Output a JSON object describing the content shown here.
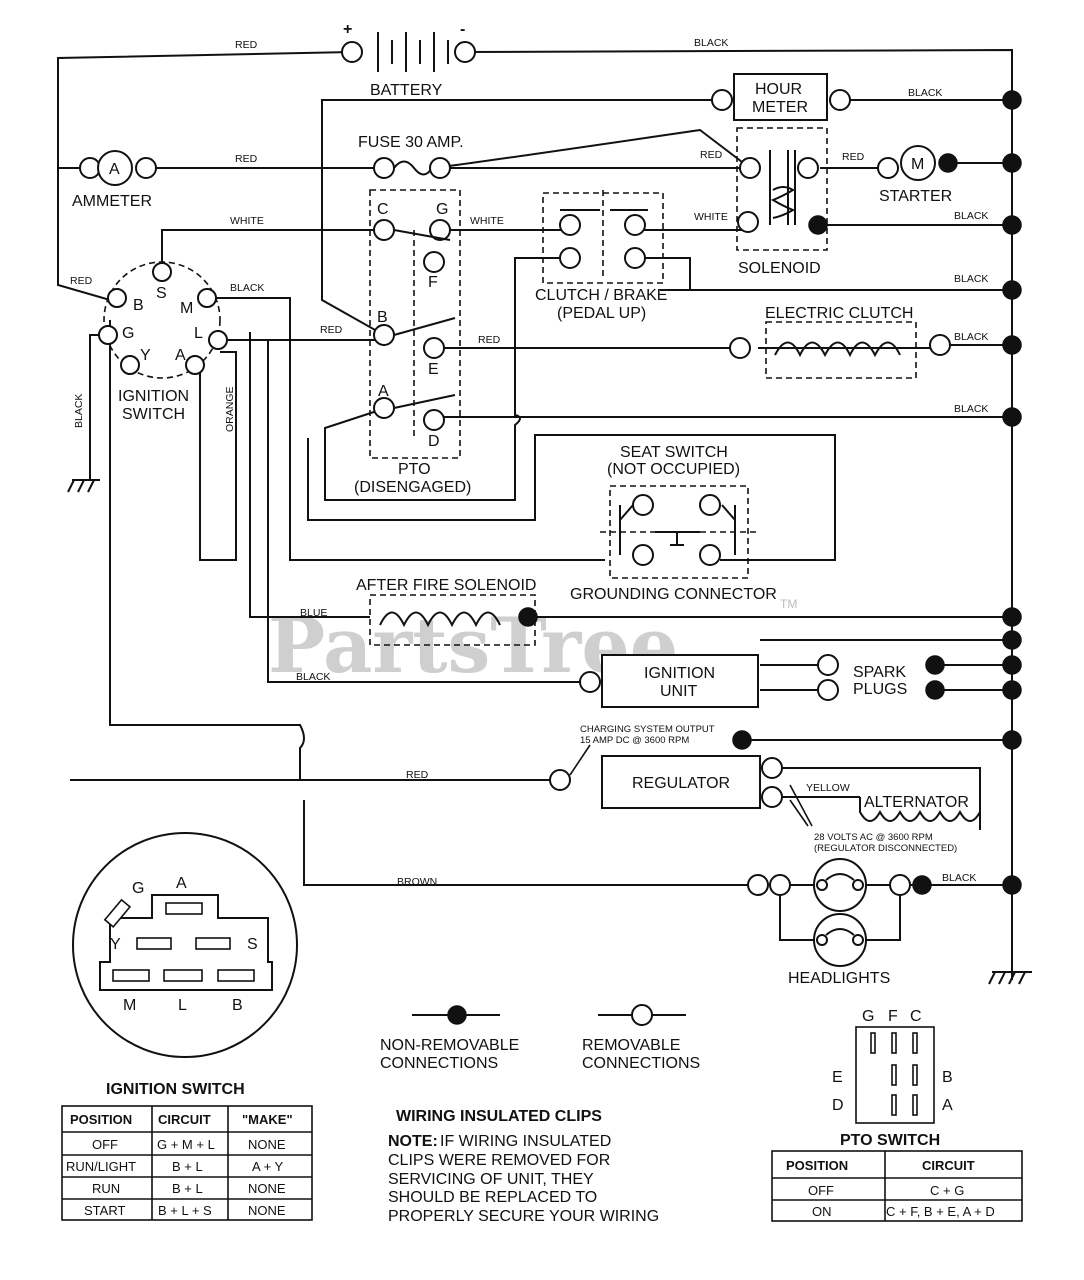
{
  "components": {
    "battery": "BATTERY",
    "battery_plus": "+",
    "battery_minus": "-",
    "hour_meter_1": "HOUR",
    "hour_meter_2": "METER",
    "fuse": "FUSE 30 AMP.",
    "ammeter": "AMMETER",
    "ammeter_symbol": "A",
    "starter": "STARTER",
    "starter_symbol": "M",
    "solenoid": "SOLENOID",
    "clutch_brake_1": "CLUTCH / BRAKE",
    "clutch_brake_2": "(PEDAL UP)",
    "electric_clutch": "ELECTRIC CLUTCH",
    "ignition_switch_1": "IGNITION",
    "ignition_switch_2": "SWITCH",
    "pto_1": "PTO",
    "pto_2": "(DISENGAGED)",
    "seat_switch_1": "SEAT SWITCH",
    "seat_switch_2": "(NOT OCCUPIED)",
    "grounding_connector": "GROUNDING CONNECTOR",
    "after_fire_solenoid": "AFTER FIRE SOLENOID",
    "ignition_unit_1": "IGNITION",
    "ignition_unit_2": "UNIT",
    "spark_plugs_1": "SPARK",
    "spark_plugs_2": "PLUGS",
    "charging_output_1": "CHARGING SYSTEM OUTPUT",
    "charging_output_2": "15 AMP DC @ 3600 RPM",
    "regulator": "REGULATOR",
    "alternator": "ALTERNATOR",
    "alt_volts_1": "28 VOLTS AC @ 3600 RPM",
    "alt_volts_2": "(REGULATOR DISCONNECTED)",
    "headlights": "HEADLIGHTS"
  },
  "terminals": {
    "ign": [
      "B",
      "S",
      "M",
      "G",
      "L",
      "Y",
      "A"
    ],
    "pto": [
      "C",
      "G",
      "F",
      "B",
      "E",
      "A",
      "D"
    ]
  },
  "wires": {
    "red": "RED",
    "black": "BLACK",
    "white": "WHITE",
    "blue": "BLUE",
    "orange": "ORANGE",
    "yellow": "YELLOW",
    "brown": "BROWN"
  },
  "watermark": {
    "text": "PartsTree",
    "tm": "TM"
  },
  "ign_detail": {
    "title": "IGNITION SWITCH",
    "letters": [
      "G",
      "A",
      "Y",
      "S",
      "M",
      "L",
      "B"
    ]
  },
  "legend": {
    "nonremovable_1": "NON-REMOVABLE",
    "nonremovable_2": "CONNECTIONS",
    "removable_1": "REMOVABLE",
    "removable_2": "CONNECTIONS"
  },
  "note": {
    "title": "WIRING INSULATED CLIPS",
    "label": "NOTE:",
    "line1": "IF WIRING INSULATED",
    "line2": "CLIPS WERE REMOVED FOR",
    "line3": "SERVICING OF UNIT, THEY",
    "line4": "SHOULD BE REPLACED TO",
    "line5": "PROPERLY SECURE YOUR WIRING"
  },
  "ign_table": {
    "headers": [
      "POSITION",
      "CIRCUIT",
      "\"MAKE\""
    ],
    "rows": [
      [
        "OFF",
        "G + M + L",
        "NONE"
      ],
      [
        "RUN/LIGHT",
        "B + L",
        "A + Y"
      ],
      [
        "RUN",
        "B + L",
        "NONE"
      ],
      [
        "START",
        "B + L + S",
        "NONE"
      ]
    ]
  },
  "pto_detail": {
    "title": "PTO SWITCH",
    "top": [
      "G",
      "F",
      "C"
    ],
    "left": [
      "E",
      "D"
    ],
    "right": [
      "B",
      "A"
    ]
  },
  "pto_table": {
    "headers": [
      "POSITION",
      "CIRCUIT"
    ],
    "rows": [
      [
        "OFF",
        "C + G"
      ],
      [
        "ON",
        "C + F, B + E, A + D"
      ]
    ]
  }
}
